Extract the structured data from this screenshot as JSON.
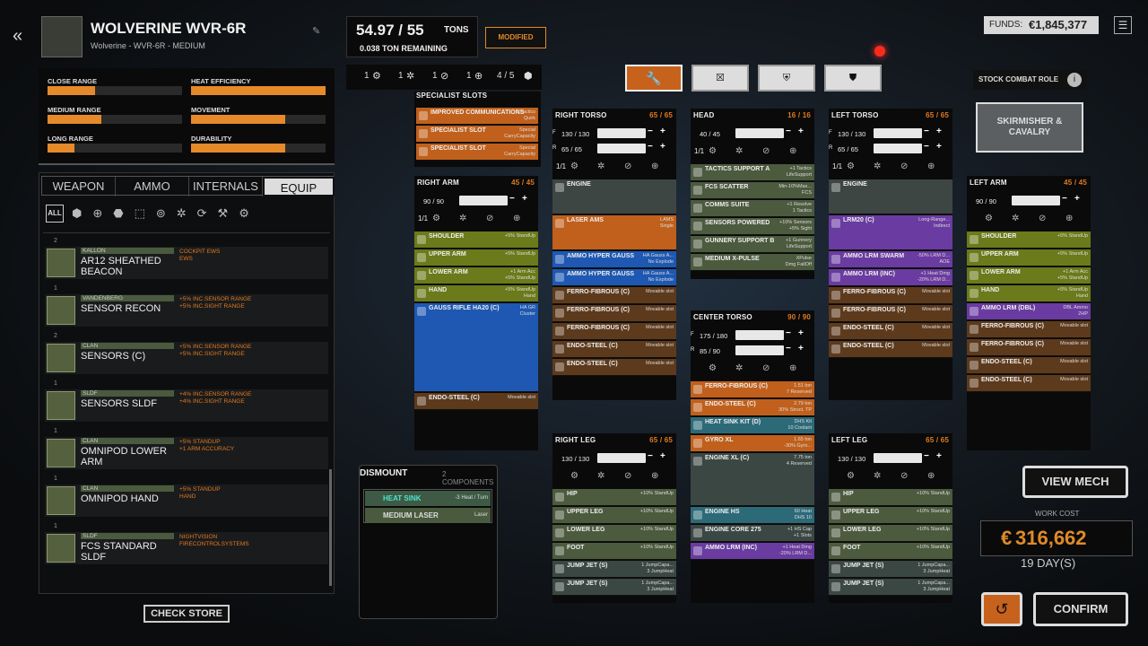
{
  "mech": {
    "name": "WOLVERINE WVR-6R",
    "sub": "Wolverine - WVR-6R - MEDIUM",
    "tons": "54.97 / 55",
    "tons_unit": "TONS",
    "remaining": "0.038 TON REMAINING",
    "modified": "MODIFIED"
  },
  "counts": [
    "1",
    "1",
    "1",
    "1",
    "4 / 5"
  ],
  "stats": {
    "close": "CLOSE RANGE",
    "heat": "HEAT EFFICIENCY",
    "medium": "MEDIUM RANGE",
    "movement": "MOVEMENT",
    "long": "LONG RANGE",
    "durability": "DURABILITY",
    "levels": {
      "close": 0.35,
      "heat": 1.0,
      "medium": 0.4,
      "movement": 0.7,
      "long": 0.2,
      "durability": 0.7
    }
  },
  "tabs": [
    "WEAPON",
    "AMMO",
    "INTERNALS",
    "EQUIP"
  ],
  "filter_all": "ALL",
  "inventory": [
    {
      "count": "2",
      "maker": "KALLON",
      "name": "AR12 SHEATHED BEACON",
      "effect": "COCKPIT EWS\nEWS"
    },
    {
      "count": "1",
      "maker": "VANDENBERG",
      "name": "SENSOR RECON",
      "effect": "+5% INC.SENSOR RANGE\n+5% INC.SIGHT RANGE"
    },
    {
      "count": "2",
      "maker": "CLAN",
      "name": "SENSORS (C)",
      "effect": "+5% INC.SENSOR RANGE\n+5% INC.SIGHT RANGE"
    },
    {
      "count": "1",
      "maker": "SLDF",
      "name": "SENSORS SLDF",
      "effect": "+4% INC.SENSOR RANGE\n+4% INC.SIGHT RANGE"
    },
    {
      "count": "1",
      "maker": "CLAN",
      "name": "OMNIPOD LOWER ARM",
      "effect": "+5% STANDUP\n+1 ARM ACCURACY"
    },
    {
      "count": "1",
      "maker": "CLAN",
      "name": "OMNIPOD HAND",
      "effect": "+5% STANDUP\nHAND"
    },
    {
      "count": "1",
      "maker": "SLDF",
      "name": "FCS STANDARD SLDF",
      "effect": "NIGHTVISION\nFIRECONTROLSYSTEMS"
    }
  ],
  "check_store": "CHECK STORE",
  "dismount": {
    "title": "DISMOUNT",
    "count": "2 COMPONENTS",
    "items": [
      {
        "name": "HEAT SINK",
        "detail": "-3 Heat / Turn"
      },
      {
        "name": "MEDIUM LASER",
        "detail": "Laser"
      }
    ]
  },
  "specialist": {
    "title": "SPECIALIST SLOTS",
    "items": [
      {
        "name": "IMPROVED COMMUNICATIONS",
        "detail": "1 Tactics\nQuirk"
      },
      {
        "name": "SPECIALIST SLOT",
        "detail": "Special\nCarryCapacity"
      },
      {
        "name": "SPECIALIST SLOT",
        "detail": "Special\nCarryCapacity"
      }
    ]
  },
  "modes": [
    "wrench",
    "x",
    "shield-x",
    "shield"
  ],
  "funds": {
    "label": "FUNDS:",
    "value": "€1,845,377"
  },
  "stock_role": {
    "label": "STOCK COMBAT ROLE",
    "value": "SKIRMISHER & CAVALRY"
  },
  "view_mech": "VIEW MECH",
  "work_cost": {
    "label": "WORK COST",
    "value": "316,662",
    "currency": "€",
    "days": "19 DAY(S)"
  },
  "confirm": "CONFIRM",
  "locations": {
    "right_arm": {
      "title": "RIGHT ARM",
      "s": "45 / 45",
      "armor": [
        "90 / 90"
      ],
      "slots": [
        [
          "SHOULDER",
          "+5% StandUp",
          "y"
        ],
        [
          "UPPER ARM",
          "+5% StandUp",
          "y"
        ],
        [
          "LOWER ARM",
          "+1 Arm Acc\n+5% StandUp",
          "y"
        ],
        [
          "HAND",
          "+5% StandUp\nHand",
          "y"
        ],
        [
          "GAUSS RIFLE HA20 (C)",
          "HA GR\nCluster",
          "b"
        ],
        [
          "ENDO-STEEL (C)",
          "Movable slot",
          "br"
        ]
      ]
    },
    "right_torso": {
      "title": "RIGHT TORSO",
      "s": "65 / 65",
      "armor": [
        "130 / 130",
        "65 / 65"
      ],
      "slots": [
        [
          "ENGINE",
          "",
          "gg"
        ],
        [
          "LASER AMS",
          "LAMS\nSingle",
          "o"
        ],
        [
          "AMMO HYPER GAUSS",
          "HA Gauss A...\nNo Explode",
          "b"
        ],
        [
          "AMMO HYPER GAUSS",
          "HA Gauss A...\nNo Explode",
          "b"
        ],
        [
          "FERRO-FIBROUS (C)",
          "Movable slot",
          "br"
        ],
        [
          "FERRO-FIBROUS (C)",
          "Movable slot",
          "br"
        ],
        [
          "FERRO-FIBROUS (C)",
          "Movable slot",
          "br"
        ],
        [
          "ENDO-STEEL (C)",
          "Movable slot",
          "br"
        ],
        [
          "ENDO-STEEL (C)",
          "Movable slot",
          "br"
        ]
      ]
    },
    "head": {
      "title": "HEAD",
      "s": "16 / 16",
      "armor": [
        "40 / 45"
      ],
      "slots": [
        [
          "TACTICS SUPPORT A",
          "+1 Tactics\nLifeSupport",
          "g"
        ],
        [
          "FCS SCATTER",
          "Min-10%Max...\nFCS",
          "g"
        ],
        [
          "COMMS SUITE",
          "+1 Resolve\n1 Tactics",
          "g"
        ],
        [
          "SENSORS POWERED",
          "+10% Sensors\n+5% Sight",
          "g"
        ],
        [
          "GUNNERY SUPPORT B",
          "+1 Gunnery\nLifeSupport",
          "g"
        ],
        [
          "MEDIUM X-PULSE",
          "XPulse\nDmg FallOff",
          "g"
        ]
      ]
    },
    "left_torso": {
      "title": "LEFT TORSO",
      "s": "65 / 65",
      "armor": [
        "130 / 130",
        "65 / 65"
      ],
      "slots": [
        [
          "ENGINE",
          "",
          "gg"
        ],
        [
          "LRM20 (C)",
          "Long-Range...\nIndirect",
          "p"
        ],
        [
          "AMMO LRM SWARM",
          "-50% LRM D...\nAOE",
          "p"
        ],
        [
          "AMMO LRM (INC)",
          "+1 Heat Dmg\n-20% LRM D...",
          "p"
        ],
        [
          "FERRO-FIBROUS (C)",
          "Movable slot",
          "br"
        ],
        [
          "FERRO-FIBROUS (C)",
          "Movable slot",
          "br"
        ],
        [
          "ENDO-STEEL (C)",
          "Movable slot",
          "br"
        ],
        [
          "ENDO-STEEL (C)",
          "Movable slot",
          "br"
        ]
      ]
    },
    "left_arm": {
      "title": "LEFT ARM",
      "s": "45 / 45",
      "armor": [
        "90 / 90"
      ],
      "slots": [
        [
          "SHOULDER",
          "+5% StandUp",
          "y"
        ],
        [
          "UPPER ARM",
          "+5% StandUp",
          "y"
        ],
        [
          "LOWER ARM",
          "+1 Arm Acc\n+5% StandUp",
          "y"
        ],
        [
          "HAND",
          "+5% StandUp\nHand",
          "y"
        ],
        [
          "AMMO LRM (DBL)",
          "DBL Ammo\n2HP",
          "p"
        ],
        [
          "FERRO-FIBROUS (C)",
          "Movable slot",
          "br"
        ],
        [
          "FERRO-FIBROUS (C)",
          "Movable slot",
          "br"
        ],
        [
          "ENDO-STEEL (C)",
          "Movable slot",
          "br"
        ],
        [
          "ENDO-STEEL (C)",
          "Movable slot",
          "br"
        ]
      ]
    },
    "center_torso": {
      "title": "CENTER TORSO",
      "s": "90 / 90",
      "armor": [
        "175 / 180",
        "85 / 90"
      ],
      "slots": [
        [
          "FERRO-FIBROUS (C)",
          "1.51 ton\n7 Reserved",
          "o"
        ],
        [
          "ENDO-STEEL (C)",
          "2.79 ton\n30% Struct. TP",
          "o"
        ],
        [
          "HEAT SINK KIT (D)",
          "DHS Kit\n10 Coolant",
          "t"
        ],
        [
          "GYRO XL",
          "1.65 ton\n-30% Gyro...",
          "o"
        ],
        [
          "ENGINE XL (C)",
          "7.75 ton\n4 Reserved",
          "gr"
        ],
        [
          "ENGINE HS",
          "60 Heat\nDHS 10",
          "t"
        ],
        [
          "ENGINE CORE 275",
          "+1 HS Cap\n+1 Slots",
          "gr"
        ],
        [
          "AMMO LRM (INC)",
          "+1 Heat Dmg\n-20% LRM D...",
          "p"
        ]
      ]
    },
    "right_leg": {
      "title": "RIGHT LEG",
      "s": "65 / 65",
      "armor": [
        "130 / 130"
      ],
      "slots": [
        [
          "HIP",
          "+10% StandUp",
          "g"
        ],
        [
          "UPPER LEG",
          "+10% StandUp",
          "g"
        ],
        [
          "LOWER LEG",
          "+10% StandUp",
          "g"
        ],
        [
          "FOOT",
          "+10% StandUp",
          "g"
        ],
        [
          "JUMP JET (S)",
          "1 JumpCapa...\n3 JumpHeat",
          "gr"
        ],
        [
          "JUMP JET (S)",
          "1 JumpCapa...\n3 JumpHeat",
          "gr"
        ]
      ]
    },
    "left_leg": {
      "title": "LEFT LEG",
      "s": "65 / 65",
      "armor": [
        "130 / 130"
      ],
      "slots": [
        [
          "HIP",
          "+10% StandUp",
          "g"
        ],
        [
          "UPPER LEG",
          "+10% StandUp",
          "g"
        ],
        [
          "LOWER LEG",
          "+10% StandUp",
          "g"
        ],
        [
          "FOOT",
          "+10% StandUp",
          "g"
        ],
        [
          "JUMP JET (S)",
          "1 JumpCapa...\n3 JumpHeat",
          "gr"
        ],
        [
          "JUMP JET (S)",
          "1 JumpCapa...\n3 JumpHeat",
          "gr"
        ]
      ]
    }
  },
  "hardpoints": {
    "right_torso": [
      "1/1"
    ],
    "head": [
      "1/1"
    ],
    "left_torso": [
      "1/1"
    ],
    "right_arm": [
      "1/1"
    ]
  }
}
